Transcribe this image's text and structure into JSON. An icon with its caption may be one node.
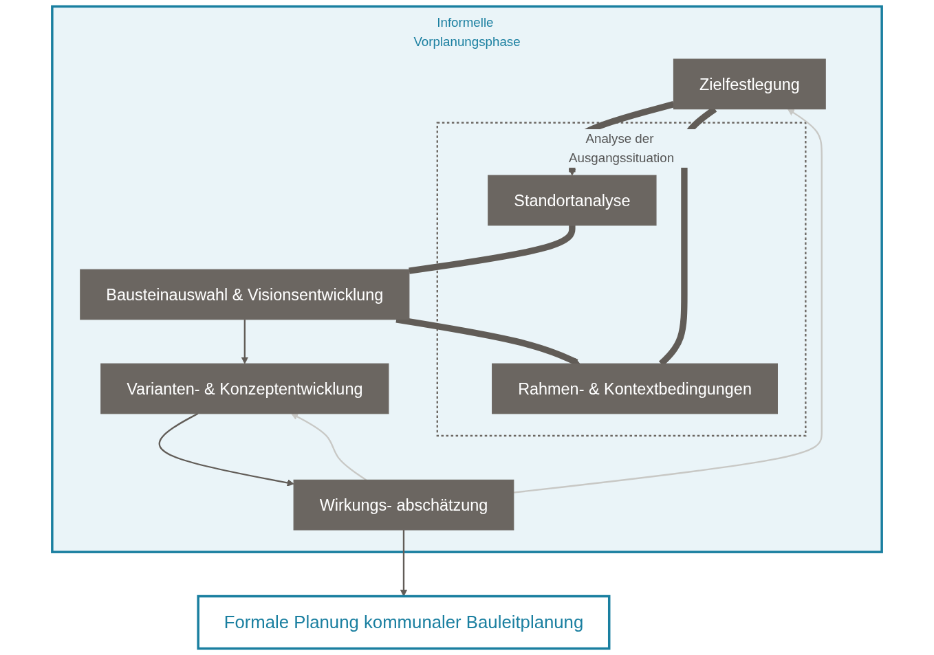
{
  "diagram": {
    "nodes": [
      {
        "text": [
          "Informelle Vorplanungsphase"
        ]
      },
      {
        "text": [
          "Zielfestlegung"
        ],
        "in": 0
      },
      {
        "text": [
          "Analyse der Ausgangssituation"
        ],
        "in": 0
      },
      {
        "text": [
          "Rahmen- & Kontextbedingungen"
        ],
        "in": 2
      },
      {
        "text": [
          "Standortanalyse"
        ],
        "in": 2
      },
      {
        "text": [
          "Bausteinauswahl & Visionsentwicklung"
        ],
        "in": 0
      },
      {
        "text": [
          "Varianten- & Konzeptentwicklung"
        ],
        "in": 0
      },
      {
        "text": [
          "Wirkungs- abschätzung"
        ],
        "in": 0
      },
      {
        "text": [
          "Formale Planung kommunaler Bauleitplanung"
        ]
      }
    ],
    "edges": [
      {
        "from": 3,
        "to": 1,
        "arrow": "none",
        "style": "thick"
      },
      {
        "from": 1,
        "to": 4,
        "arrow": "to",
        "style": "thick"
      },
      {
        "from": 4,
        "to": 5,
        "arrow": "none",
        "style": "thick"
      },
      {
        "from": 5,
        "to": 3,
        "arrow": "to",
        "style": "thick"
      },
      {
        "from": 5,
        "to": 6,
        "arrow": "to"
      },
      {
        "from": 6,
        "to": 7,
        "arrow": "to"
      },
      {
        "from": 7,
        "to": 8,
        "arrow": "to"
      },
      {
        "from": 7,
        "to": 1,
        "arrow": "to",
        "color": "#c8c8c5"
      },
      {
        "from": 7,
        "to": 6,
        "arrow": "to",
        "color": "#c8c8c5"
      }
    ]
  }
}
